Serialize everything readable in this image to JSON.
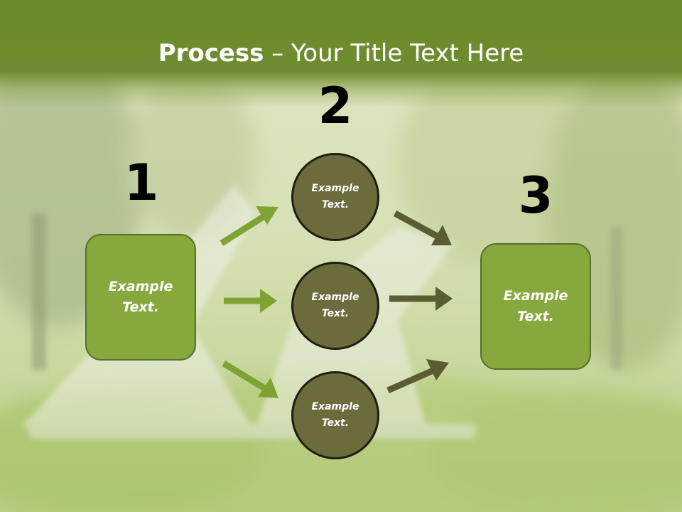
{
  "title": {
    "bold": "Process",
    "rest": " – Your Title Text Here"
  },
  "steps": [
    {
      "number": "1",
      "label": [
        "Example",
        "Text."
      ]
    },
    {
      "number": "2",
      "label": [
        "Example",
        "Text."
      ]
    },
    {
      "number": "3",
      "label": [
        "Example",
        "Text."
      ]
    }
  ],
  "circles": [
    {
      "label": [
        "Example",
        "Text."
      ]
    },
    {
      "label": [
        "Example",
        "Text."
      ]
    },
    {
      "label": [
        "Example",
        "Text."
      ]
    }
  ],
  "colors": {
    "header": "#6f8c30",
    "box_fill": "#86a83d",
    "circle_fill": "#6b6b3c",
    "arrow_light": "#7fa232",
    "arrow_dark": "#5c5c33"
  }
}
